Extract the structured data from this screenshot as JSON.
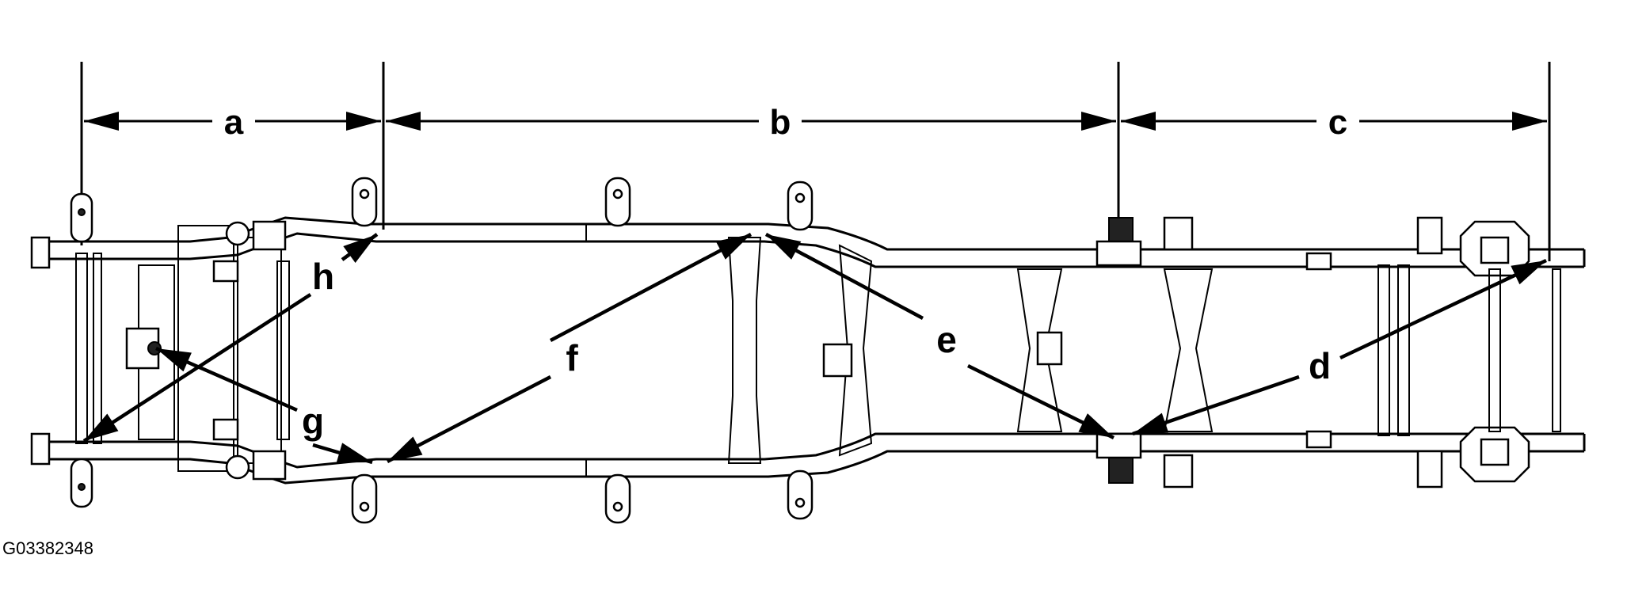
{
  "figure": {
    "code": "G03382348"
  },
  "dimensions": [
    {
      "id": "a",
      "label": "a"
    },
    {
      "id": "b",
      "label": "b"
    },
    {
      "id": "c",
      "label": "c"
    }
  ],
  "callouts": [
    {
      "id": "d",
      "label": "d"
    },
    {
      "id": "e",
      "label": "e"
    },
    {
      "id": "f",
      "label": "f"
    },
    {
      "id": "g",
      "label": "g"
    },
    {
      "id": "h",
      "label": "h"
    }
  ],
  "colors": {
    "line": "#000000",
    "background": "#ffffff"
  }
}
